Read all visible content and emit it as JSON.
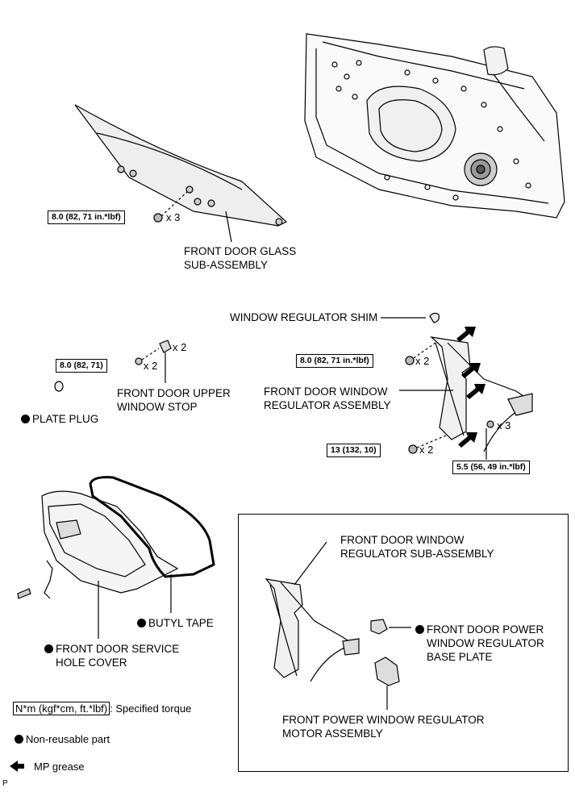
{
  "labels": {
    "glass": [
      "FRONT DOOR GLASS",
      "SUB-ASSEMBLY"
    ],
    "shim": "WINDOW REGULATOR SHIM",
    "upper_stop": [
      "FRONT DOOR UPPER",
      "WINDOW STOP"
    ],
    "plate_plug": "PLATE PLUG",
    "regulator_assy": [
      "FRONT DOOR WINDOW",
      "REGULATOR ASSEMBLY"
    ],
    "butyl_tape": "BUTYL TAPE",
    "service_cover": [
      "FRONT DOOR SERVICE",
      "HOLE COVER"
    ],
    "regulator_sub": [
      "FRONT DOOR WINDOW",
      "REGULATOR SUB-ASSEMBLY"
    ],
    "base_plate": [
      "FRONT DOOR POWER",
      "WINDOW REGULATOR",
      "BASE PLATE"
    ],
    "motor": [
      "FRONT POWER WINDOW REGULATOR",
      "MOTOR ASSEMBLY"
    ]
  },
  "torques": {
    "glass_bolt": "8.0 (82, 71 in.*lbf)",
    "stop_bolt": "8.0 (82, 71)",
    "regulator_upper": "8.0 (82, 71 in.*lbf)",
    "regulator_lower": "13 (132, 10)",
    "regulator_motor": "5.5 (56, 49 in.*lbf)"
  },
  "quantities": {
    "glass_bolt": "x 3",
    "stop_part": "x 2",
    "stop_bolt": "x 2",
    "regulator_upper": "x 2",
    "regulator_lower": "x 2",
    "regulator_motor": "x 3"
  },
  "legend": {
    "torque_box": "N*m (kgf*cm, ft.*lbf)",
    "torque_text": ": Specified torque",
    "nonreusable": "Non-reusable part",
    "grease": "MP grease"
  },
  "corner_mark": "P",
  "colors": {
    "ink": "#000000",
    "paper": "#ffffff",
    "glass_fill": "#eeeeee",
    "part_fill": "#dddddd"
  }
}
